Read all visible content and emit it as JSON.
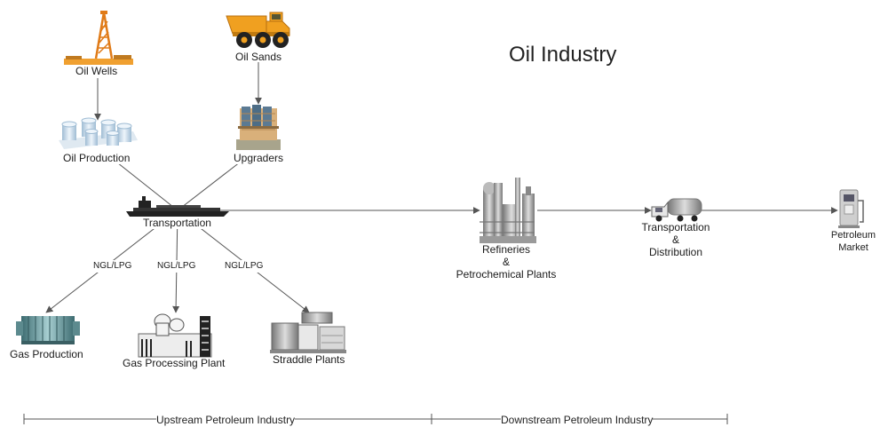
{
  "title": "Oil Industry",
  "nodes": {
    "oil_wells": "Oil Wells",
    "oil_sands": "Oil Sands",
    "oil_production": "Oil Production",
    "upgraders": "Upgraders",
    "transportation": "Transportation",
    "refineries_line1": "Refineries",
    "refineries_line2": "&",
    "refineries_line3": "Petrochemical Plants",
    "transport_dist_line1": "Transportation",
    "transport_dist_line2": "&",
    "transport_dist_line3": "Distribution",
    "petroleum_market_line1": "Petroleum",
    "petroleum_market_line2": "Market",
    "gas_production": "Gas Production",
    "gas_processing": "Gas Processing Plant",
    "straddle_plants": "Straddle Plants"
  },
  "edge_labels": {
    "ngl1": "NGL/LPG",
    "ngl2": "NGL/LPG",
    "ngl3": "NGL/LPG"
  },
  "sections": {
    "upstream": "Upstream Petroleum Industry",
    "downstream": "Downstream Petroleum Industry"
  },
  "icons": {
    "oil_wells": "oil-derrick-icon",
    "oil_sands": "dump-truck-icon",
    "oil_production": "storage-tanks-icon",
    "upgraders": "upgrader-tanks-icon",
    "transportation": "tanker-ship-icon",
    "refineries": "refinery-icon",
    "transport_dist": "tanker-truck-icon",
    "petroleum_market": "fuel-pump-icon",
    "gas_production": "gas-compressor-icon",
    "gas_processing": "gas-plant-icon",
    "straddle_plants": "straddle-plant-icon"
  },
  "colors": {
    "arrow": "#555555",
    "accent_orange": "#f0a030",
    "tank_blue": "#c8dcec",
    "metal_gray": "#9a9a9a"
  }
}
